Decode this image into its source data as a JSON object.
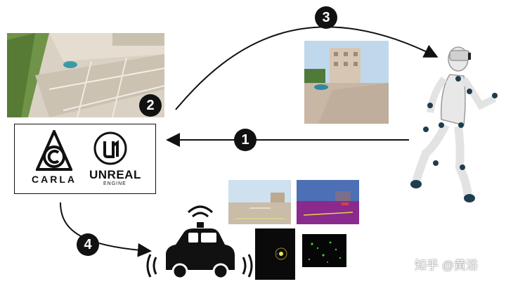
{
  "steps": {
    "step1": "1",
    "step2": "2",
    "step3": "3",
    "step4": "4"
  },
  "logos": {
    "carla_text": "CARLA",
    "unreal_text": "UNREAL",
    "engine_text": "ENGINE"
  },
  "watermark": "知乎 @黄浴",
  "colors": {
    "accent": "#111111",
    "sensor_rgb_sky": "#cfe0ef",
    "sensor_seg_sky": "#4d6fb5",
    "sensor_seg_road": "#8a2a8e",
    "sensor_dark": "#0a0a0a",
    "lidar_green": "#39d12a"
  },
  "icons": [
    "carla-logo-icon",
    "unreal-logo-icon",
    "self-driving-car-icon",
    "vr-human-figure-icon"
  ]
}
